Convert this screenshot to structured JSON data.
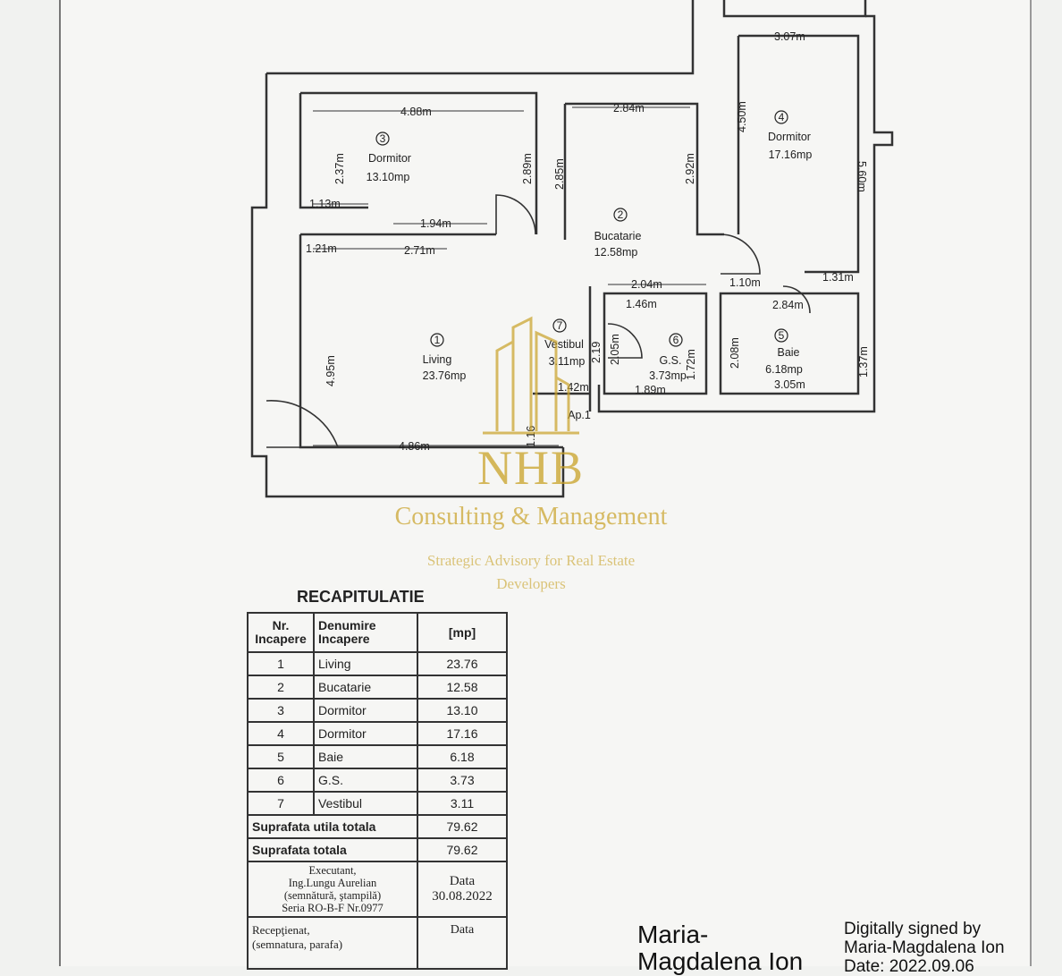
{
  "rooms": [
    {
      "num": "1",
      "name": "Living",
      "area": "23.76mp"
    },
    {
      "num": "2",
      "name": "Bucatarie",
      "area": "12.58mp"
    },
    {
      "num": "3",
      "name": "Dormitor",
      "area": "13.10mp"
    },
    {
      "num": "4",
      "name": "Dormitor",
      "area": "17.16mp"
    },
    {
      "num": "5",
      "name": "Baie",
      "area": "6.18mp"
    },
    {
      "num": "6",
      "name": "G.S.",
      "area": "3.73mp"
    },
    {
      "num": "7",
      "name": "Vestibul",
      "area": "3.11mp"
    }
  ],
  "apartment_label": "Ap.1",
  "dimensions": {
    "d_3_07": "3.07m",
    "d_4_88": "4.88m",
    "d_2_84a": "2.84m",
    "d_4_50": "4.50m",
    "d_5_60": "5.60m",
    "d_2_37": "2.37m",
    "d_2_89": "2.89m",
    "d_2_85": "2.85m",
    "d_2_92": "2.92m",
    "d_1_13": "1.13m",
    "d_1_94": "1.94m",
    "d_1_21": "1.21m",
    "d_2_71": "2.71m",
    "d_2_04": "2.04m",
    "d_1_10": "1.10m",
    "d_1_31": "1.31m",
    "d_2_84b": "2.84m",
    "d_1_46": "1.46m",
    "d_2_19": "2.19",
    "d_2_05": "2.05m",
    "d_1_72": "1.72m",
    "d_2_08": "2.08m",
    "d_1_37": "1.37m",
    "d_3_05": "3.05m",
    "d_1_42": "1.42m",
    "d_1_89": "1.89m",
    "d_4_95": "4.95m",
    "d_4_86": "4.86m",
    "d_1_16": "1.16"
  },
  "watermark": {
    "brand": "NHB",
    "subtitle": "Consulting & Management",
    "tagline_1": "Strategic Advisory for Real Estate",
    "tagline_2": "Developers"
  },
  "recap": {
    "title": "RECAPITULATIE",
    "headers": {
      "nr_1": "Nr.",
      "nr_2": "Incapere",
      "den_1": "Denumire",
      "den_2": "Incapere",
      "unit": "[mp]"
    },
    "rows": [
      {
        "nr": "1",
        "name": "Living",
        "area": "23.76"
      },
      {
        "nr": "2",
        "name": "Bucatarie",
        "area": "12.58"
      },
      {
        "nr": "3",
        "name": "Dormitor",
        "area": "13.10"
      },
      {
        "nr": "4",
        "name": "Dormitor",
        "area": "17.16"
      },
      {
        "nr": "5",
        "name": "Baie",
        "area": "6.18"
      },
      {
        "nr": "6",
        "name": "G.S.",
        "area": "3.73"
      },
      {
        "nr": "7",
        "name": "Vestibul",
        "area": "3.11"
      }
    ],
    "total_util_label": "Suprafata utila totala",
    "total_util_value": "79.62",
    "total_label": "Suprafata totala",
    "total_value": "79.62"
  },
  "footer": {
    "exec_1": "Executant,",
    "exec_2": "Ing.Lungu Aurelian",
    "exec_3": "(semnătură, ştampilă)",
    "exec_4": "Seria RO-B-F Nr.0977",
    "date_label": "Data",
    "date_value": "30.08.2022",
    "recv_1": "Recepţienat,",
    "recv_2": "(semnatura, parafa)",
    "recv_date_label": "Data"
  },
  "signature": {
    "name_1": "Maria-",
    "name_2": "Magdalena Ion",
    "digital_1": "Digitally signed by",
    "digital_2": "Maria-Magdalena Ion",
    "digital_3": "Date: 2022.09.06"
  }
}
